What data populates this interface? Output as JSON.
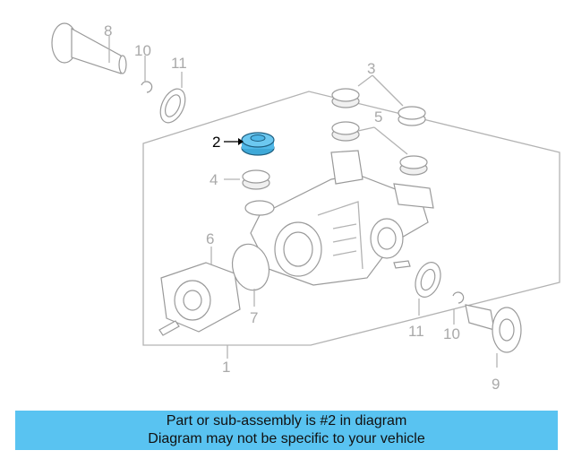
{
  "callouts": {
    "c1": "1",
    "c2": "2",
    "c3": "3",
    "c4": "4",
    "c5": "5",
    "c6": "6",
    "c7": "7",
    "c8": "8",
    "c9": "9",
    "c10a": "10",
    "c10b": "10",
    "c11a": "11",
    "c11b": "11"
  },
  "highlight": {
    "part": "2",
    "color": "#4fb8e8"
  },
  "banner": {
    "line1": "Part or sub-assembly is #2 in diagram",
    "line2": "Diagram may not be specific to your vehicle",
    "color": "#59c3f1"
  }
}
